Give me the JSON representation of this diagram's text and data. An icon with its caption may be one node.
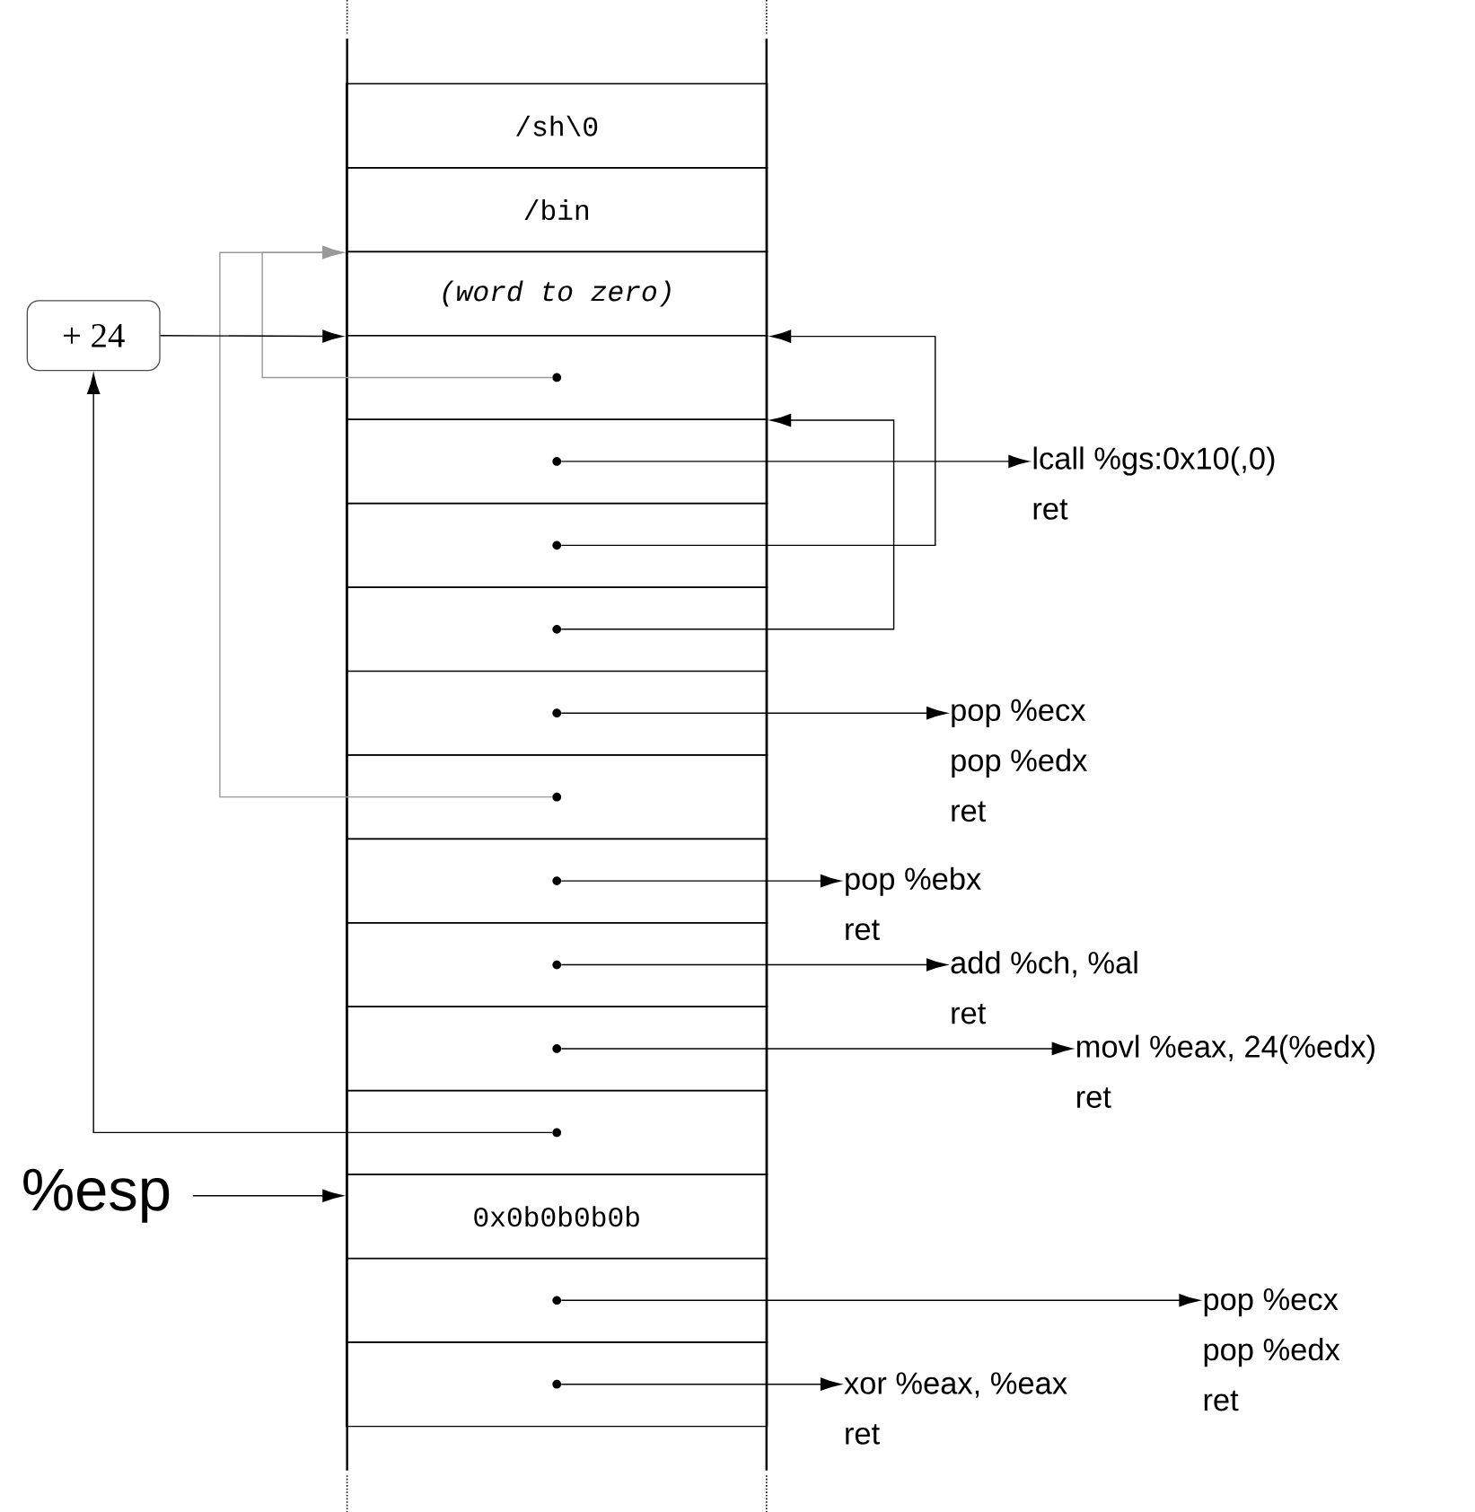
{
  "diagram": {
    "nodes": [
      {
        "text": [
          "/sh\\0"
        ]
      },
      {
        "text": [
          "/bin"
        ]
      },
      {
        "text": [
          "(word to zero)"
        ]
      },
      {
        "text": [],
        "shape": "box"
      },
      {
        "text": [],
        "shape": "box"
      },
      {
        "text": [],
        "shape": "box"
      },
      {
        "text": [],
        "shape": "box"
      },
      {
        "text": [],
        "shape": "box"
      },
      {
        "text": [],
        "shape": "box"
      },
      {
        "text": [],
        "shape": "box"
      },
      {
        "text": [],
        "shape": "box"
      },
      {
        "text": [],
        "shape": "box"
      },
      {
        "text": [],
        "shape": "box"
      },
      {
        "text": [
          "0x0b0b0b0b"
        ]
      },
      {
        "text": [],
        "shape": "box"
      },
      {
        "text": [],
        "shape": "box"
      },
      {
        "text": [],
        "shape": "circle",
        "in": 3
      },
      {
        "text": [],
        "shape": "circle",
        "in": 4
      },
      {
        "text": [],
        "shape": "circle",
        "in": 5
      },
      {
        "text": [],
        "shape": "circle",
        "in": 6
      },
      {
        "text": [],
        "shape": "circle",
        "in": 7
      },
      {
        "text": [],
        "shape": "circle",
        "in": 8
      },
      {
        "text": [],
        "shape": "circle",
        "in": 9
      },
      {
        "text": [],
        "shape": "circle",
        "in": 10
      },
      {
        "text": [],
        "shape": "circle",
        "in": 11
      },
      {
        "text": [],
        "shape": "circle",
        "in": 12
      },
      {
        "text": [],
        "shape": "circle",
        "in": 14
      },
      {
        "text": [],
        "shape": "circle",
        "in": 15
      },
      {
        "text": [
          "+ 24"
        ]
      },
      {
        "text": [
          "%esp"
        ]
      },
      {
        "text": [
          "lcall %gs:0x10(,0)",
          "ret"
        ]
      },
      {
        "text": [
          "pop %ecx",
          "pop %edx",
          "ret"
        ]
      },
      {
        "text": [
          "pop %ebx",
          "ret"
        ]
      },
      {
        "text": [
          "add %ch, %al",
          "ret"
        ]
      },
      {
        "text": [
          "movl %eax, 24(%edx)",
          "ret"
        ]
      },
      {
        "text": [
          "pop %ecx",
          "pop %edx",
          "ret"
        ]
      },
      {
        "text": [
          "xor %eax, %eax",
          "ret"
        ]
      }
    ],
    "edges": [
      {
        "from": 16,
        "to": 1,
        "arrow": "to",
        "color": "#999999"
      },
      {
        "from": 21,
        "to": 1,
        "arrow": "to",
        "color": "#999999"
      },
      {
        "from": 25,
        "to": 28,
        "arrow": "to"
      },
      {
        "from": 28,
        "to": 2,
        "arrow": "to"
      },
      {
        "from": 18,
        "to": 2,
        "arrow": "to"
      },
      {
        "from": 19,
        "to": 3,
        "arrow": "to"
      },
      {
        "from": 17,
        "to": 30,
        "arrow": "to"
      },
      {
        "from": 20,
        "to": 31,
        "arrow": "to"
      },
      {
        "from": 22,
        "to": 32,
        "arrow": "to"
      },
      {
        "from": 23,
        "to": 33,
        "arrow": "to"
      },
      {
        "from": 24,
        "to": 34,
        "arrow": "to"
      },
      {
        "from": 26,
        "to": 35,
        "arrow": "to"
      },
      {
        "from": 27,
        "to": 36,
        "arrow": "to"
      },
      {
        "from": 29,
        "to": 13,
        "arrow": "to"
      }
    ]
  }
}
